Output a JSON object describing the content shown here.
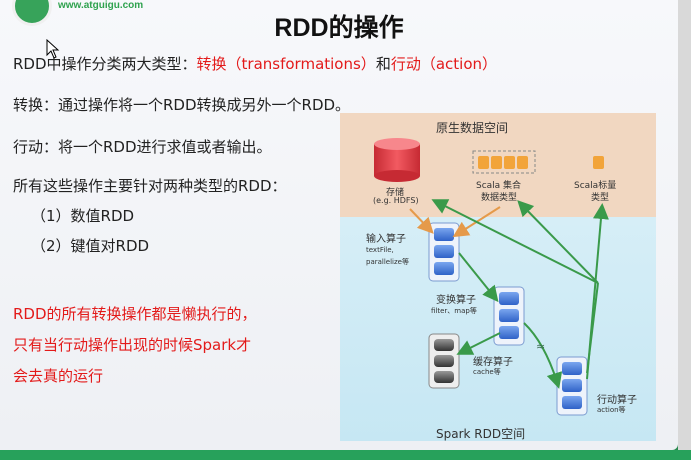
{
  "site": {
    "logo_text": "www.atguigu.com"
  },
  "slide": {
    "title": "RDD的操作",
    "line1": {
      "prefix": "RDD中操作分类两大类型：",
      "transform": "转换（transformations）",
      "mid": "和",
      "action": "行动（action）"
    },
    "line2": "转换：通过操作将一个RDD转换成另外一个RDD。",
    "line3": "行动：将一个RDD进行求值或者输出。",
    "line4": "所有这些操作主要针对两种类型的RDD：",
    "item1": "（1）数值RDD",
    "item2": "（2）键值对RDD",
    "note1": "RDD的所有转换操作都是懒执行的，",
    "note2": "只有当行动操作出现的时候Spark才",
    "note3": "会去真的运行"
  },
  "diagram": {
    "top_title": "原生数据空间",
    "storage_label": "存储",
    "storage_sub": "(e.g. HDFS)",
    "scala_set_label": "Scala 集合",
    "scala_set_sub": "数据类型",
    "scala_scalar_label": "Scala标量",
    "scala_scalar_sub": "类型",
    "input_op": "输入算子",
    "input_sub1": "textFile,",
    "input_sub2": "parallelize等",
    "transform_op": "变换算子",
    "transform_sub": "filter、map等",
    "cache_op": "缓存算子",
    "cache_sub": "cache等",
    "action_op": "行动算子",
    "action_sub": "action等",
    "approx": "≈",
    "bottom_title": "Spark RDD空间"
  },
  "colors": {
    "red": "#e31a1a",
    "green_arrow": "#3a9a4a",
    "orange_arrow": "#e59a4a",
    "box_blue": "#4f7fd9",
    "db_red": "#e0404a"
  }
}
